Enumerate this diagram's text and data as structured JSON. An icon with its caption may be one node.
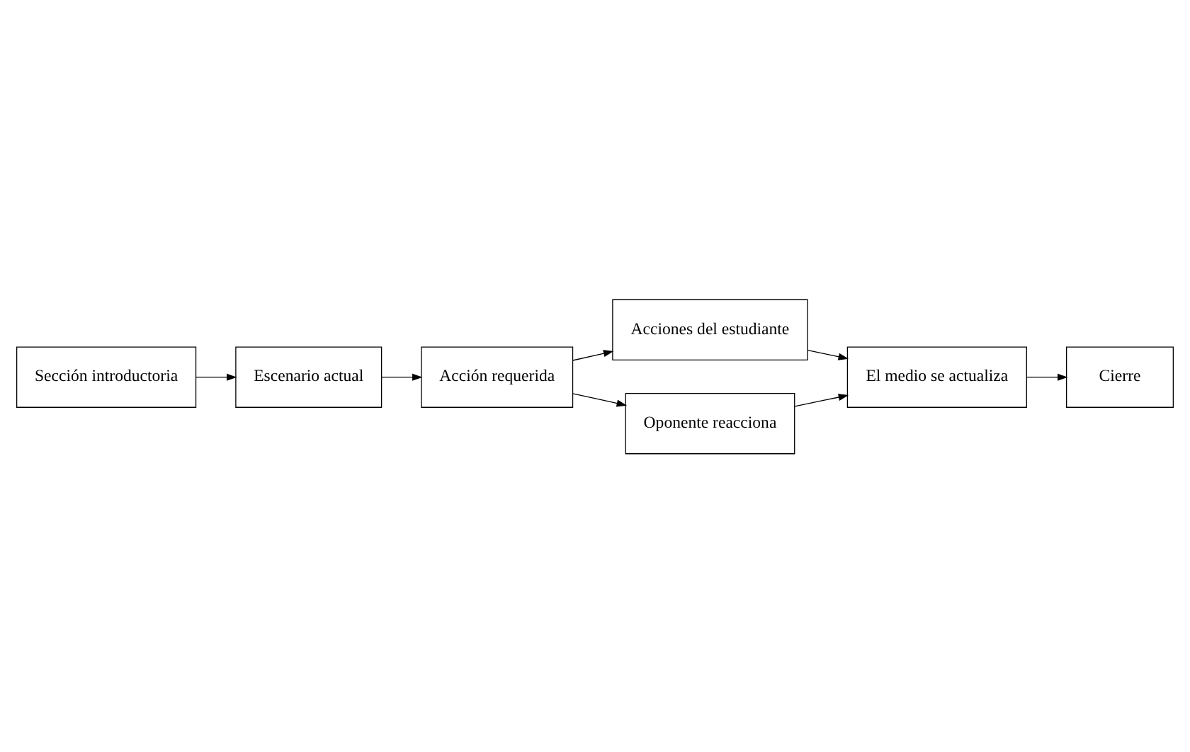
{
  "diagram": {
    "nodes": [
      {
        "text": [
          "Sección introductoria"
        ]
      },
      {
        "text": [
          "Escenario actual"
        ]
      },
      {
        "text": [
          "Acción requerida"
        ]
      },
      {
        "text": [
          "Acciones del estudiante"
        ]
      },
      {
        "text": [
          "Oponente reacciona"
        ]
      },
      {
        "text": [
          "El medio se actualiza"
        ]
      },
      {
        "text": [
          "Cierre"
        ]
      }
    ],
    "edges": [
      {
        "from": 0,
        "to": 1,
        "arrow": "to"
      },
      {
        "from": 1,
        "to": 2,
        "arrow": "to"
      },
      {
        "from": 2,
        "to": 3,
        "arrow": "to"
      },
      {
        "from": 2,
        "to": 4,
        "arrow": "to"
      },
      {
        "from": 3,
        "to": 5,
        "arrow": "to"
      },
      {
        "from": 4,
        "to": 5,
        "arrow": "to"
      },
      {
        "from": 5,
        "to": 6,
        "arrow": "to"
      }
    ]
  }
}
